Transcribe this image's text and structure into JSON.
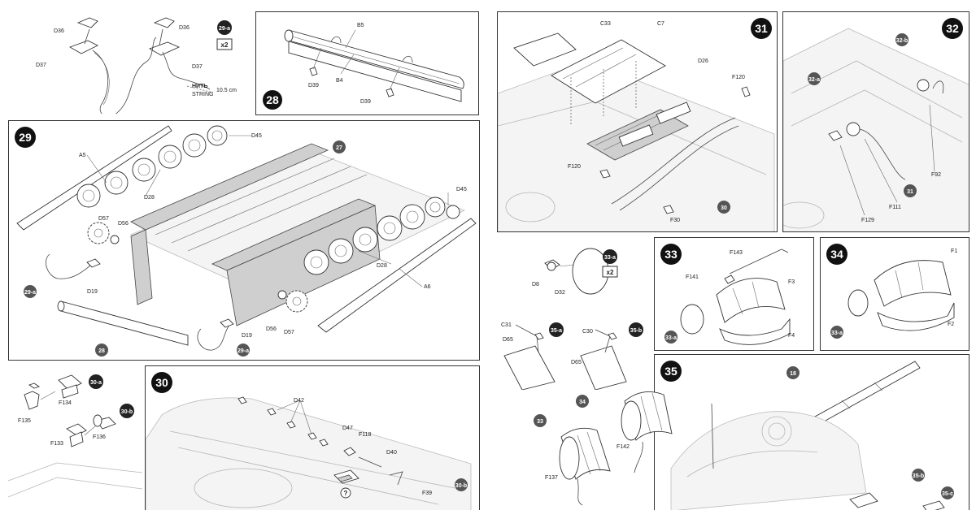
{
  "step29a_inset": {
    "badge": "29-a",
    "qty": "x2",
    "parts": [
      "D36",
      "D36",
      "D37",
      "D37"
    ],
    "string_label_ru": "НИТЬ",
    "string_label_en": "STRING",
    "string_length": "10.5 cm"
  },
  "step28": {
    "number": "28",
    "parts": [
      "B5",
      "D39",
      "B4",
      "D39"
    ]
  },
  "step29": {
    "number": "29",
    "parts": [
      "D45",
      "A5",
      "D28",
      "D57",
      "D56",
      "D19",
      "D45",
      "D28",
      "A6",
      "D56",
      "D57",
      "D19"
    ],
    "refs": [
      "27",
      "29-a",
      "28",
      "29-a"
    ]
  },
  "step30_subs": {
    "a": {
      "badge": "30-a",
      "parts": [
        "F135",
        "F134"
      ]
    },
    "b": {
      "badge": "30-b",
      "parts": [
        "F133",
        "F136"
      ]
    }
  },
  "step30": {
    "number": "30",
    "parts": [
      "D42",
      "D47",
      "F118",
      "D40",
      "F39"
    ],
    "refs": [
      "30-b"
    ]
  },
  "step31": {
    "number": "31",
    "parts": [
      "C33",
      "C7",
      "D26",
      "F120",
      "F120",
      "F30"
    ],
    "refs": [
      "30"
    ]
  },
  "step32": {
    "number": "32",
    "parts": [
      "F92",
      "F111",
      "F129"
    ],
    "refs": [
      "32-b",
      "32-a",
      "31"
    ]
  },
  "step33a": {
    "badge": "33-a",
    "qty": "x2",
    "parts": [
      "D8",
      "D32"
    ]
  },
  "step33": {
    "number": "33",
    "parts": [
      "F143",
      "F141",
      "F3",
      "F4"
    ],
    "refs": [
      "33-a"
    ]
  },
  "step34": {
    "number": "34",
    "parts": [
      "F1",
      "F2"
    ],
    "refs": [
      "33-a"
    ]
  },
  "step35a": {
    "badge": "35-a",
    "parts": [
      "C31",
      "D65"
    ]
  },
  "step35b": {
    "badge": "35-b",
    "parts": [
      "C30",
      "D65"
    ]
  },
  "step35": {
    "number": "35",
    "parts": [
      "F137",
      "F142"
    ],
    "refs": [
      "18",
      "34",
      "33",
      "35-b",
      "35-c"
    ]
  }
}
